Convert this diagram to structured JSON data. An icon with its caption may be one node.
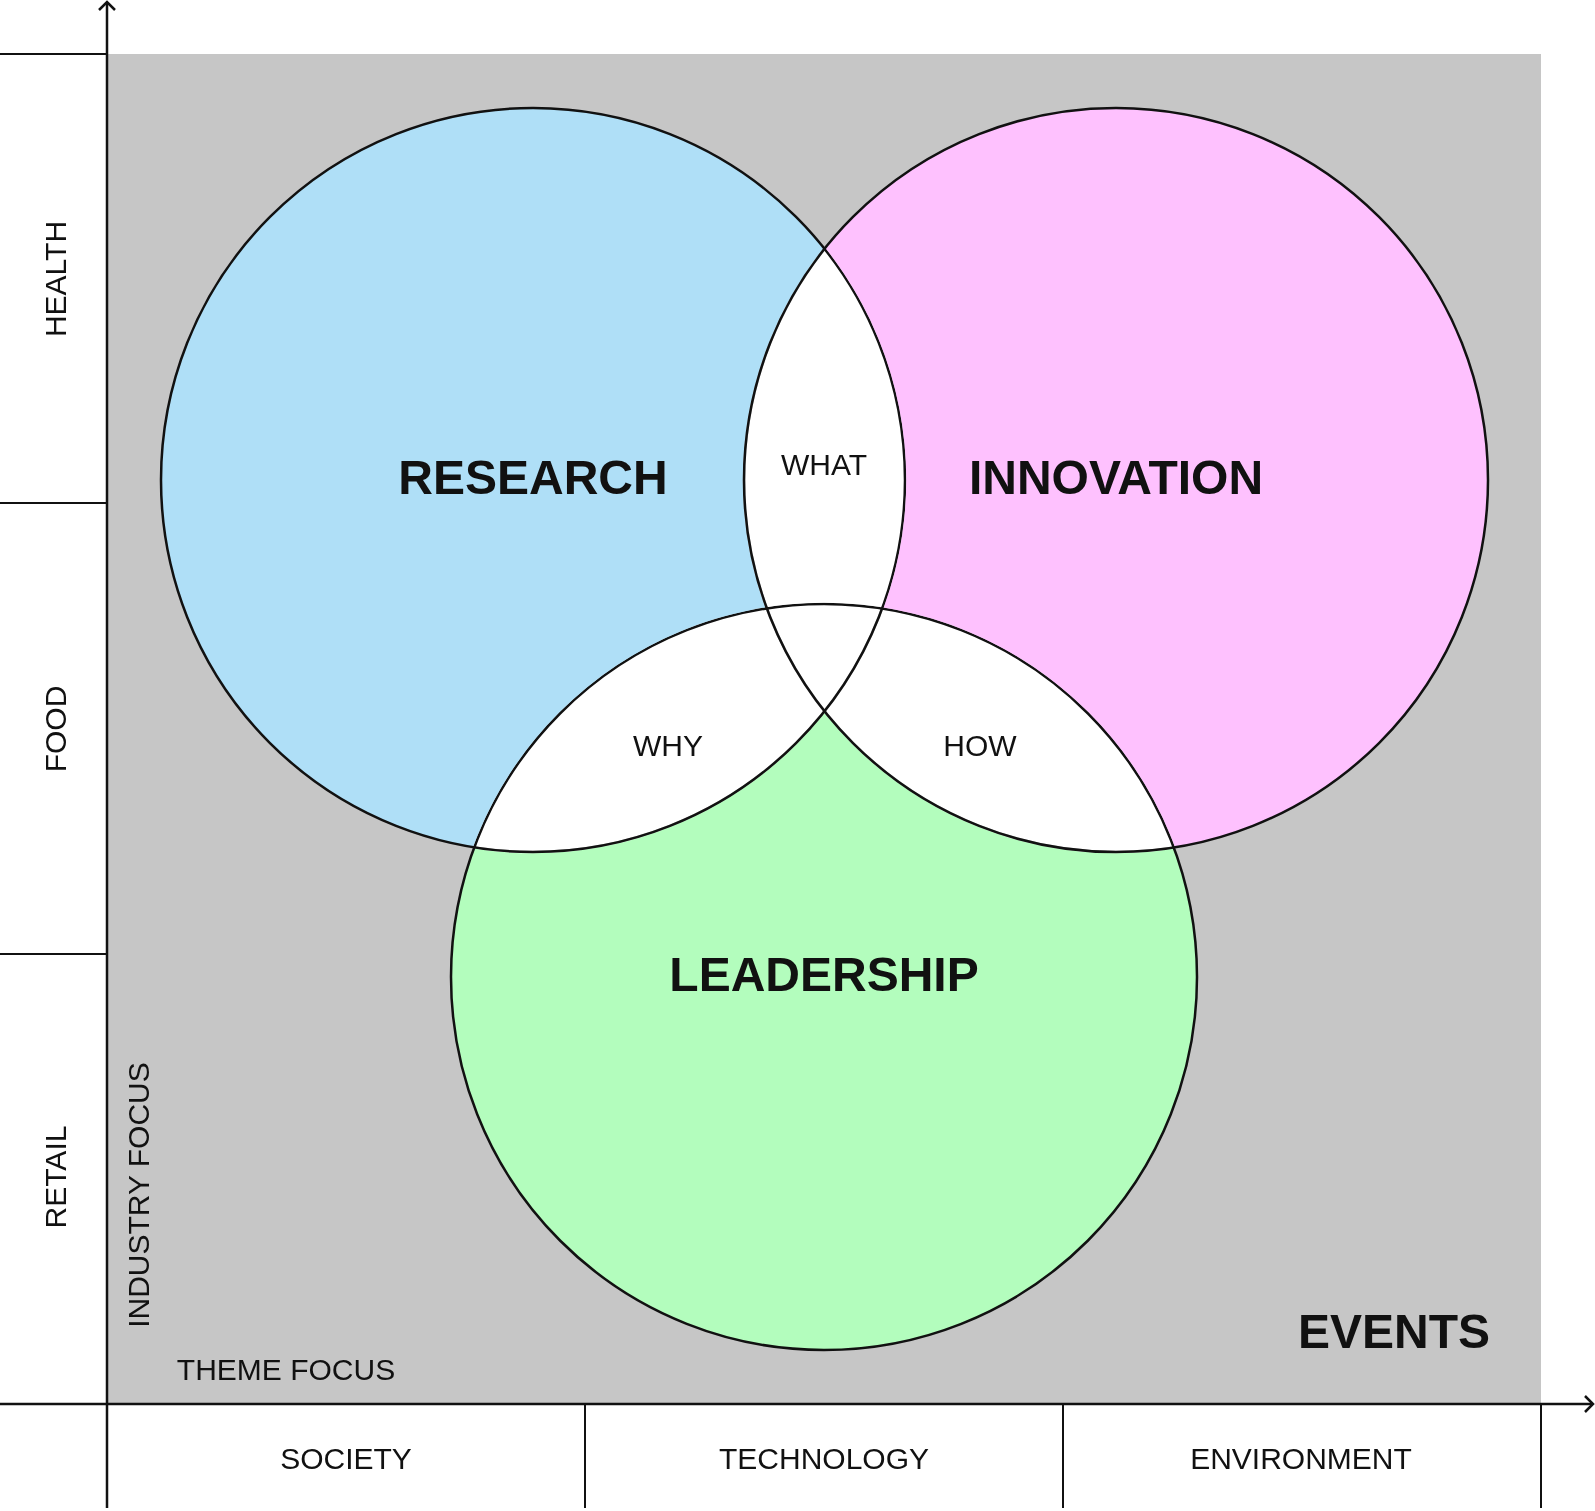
{
  "diagram": {
    "nodes": [
      {
        "text": [
          "EVENTS"
        ]
      },
      {
        "text": [
          "RESEARCH"
        ],
        "in": 0
      },
      {
        "text": [
          "INNOVATION"
        ],
        "in": 0
      },
      {
        "text": [
          "LEADERSHIP"
        ],
        "in": 0
      }
    ],
    "labels": [
      "HEALTH",
      "WHAT",
      "FOOD",
      "WHY",
      "HOW",
      "RETAIL",
      "INDUSTRY FOCUS",
      "THEME FOCUS",
      "SOCIETY",
      "TECHNOLOGY",
      "ENVIRONMENT"
    ]
  }
}
